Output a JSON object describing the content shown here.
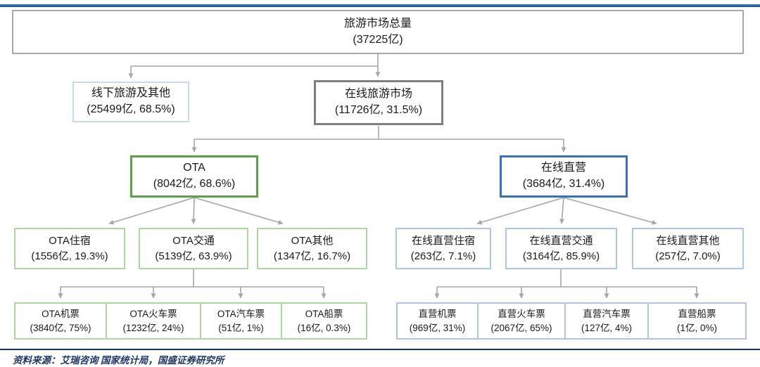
{
  "source_note": "资料来源：艾瑞咨询 国家统计局，国盛证券研究所",
  "colors": {
    "top_rule_blue": "#2e74b5",
    "footer_rule_navy": "#17365d",
    "connector_gray": "#a6a6a6",
    "root_border_gray": "#a8a8a8",
    "online_border_dark_gray": "#7f7f7f",
    "offline_border_pale_blue": "#c7d9ee",
    "ota_border_green": "#5ca14a",
    "direct_border_blue": "#3a6ebf",
    "ota_child_border_light_green": "#aed6a0",
    "direct_child_border_light_blue": "#aec6e4",
    "source_text_navy": "#1f3864"
  },
  "nodes": {
    "root": {
      "title": "旅游市场总量",
      "value": "(37225亿)"
    },
    "offline": {
      "title": "线下旅游及其他",
      "value": "(25499亿, 68.5%)"
    },
    "online": {
      "title": "在线旅游市场",
      "value": "(11726亿, 31.5%)"
    },
    "ota": {
      "title": "OTA",
      "value": "(8042亿, 68.6%)"
    },
    "direct": {
      "title": "在线直营",
      "value": "(3684亿, 31.4%)"
    },
    "ota_hotel": {
      "title": "OTA住宿",
      "value": "(1556亿, 19.3%)"
    },
    "ota_transport": {
      "title": "OTA交通",
      "value": "(5139亿, 63.9%)"
    },
    "ota_other": {
      "title": "OTA其他",
      "value": "(1347亿, 16.7%)"
    },
    "direct_hotel": {
      "title": "在线直营住宿",
      "value": "(263亿, 7.1%)"
    },
    "direct_transport": {
      "title": "在线直营交通",
      "value": "(3164亿, 85.9%)"
    },
    "direct_other": {
      "title": "在线直营其他",
      "value": "(257亿, 7.0%)"
    },
    "ota_air": {
      "title": "OTA机票",
      "value": "(3840亿, 75%)"
    },
    "ota_train": {
      "title": "OTA火车票",
      "value": "(1232亿, 24%)"
    },
    "ota_bus": {
      "title": "OTA汽车票",
      "value": "(51亿, 1%)"
    },
    "ota_ship": {
      "title": "OTA船票",
      "value": "(16亿, 0.3%)"
    },
    "direct_air": {
      "title": "直营机票",
      "value": "(969亿, 31%)"
    },
    "direct_train": {
      "title": "直营火车票",
      "value": "(2067亿, 65%)"
    },
    "direct_bus": {
      "title": "直营汽车票",
      "value": "(127亿, 4%)"
    },
    "direct_ship": {
      "title": "直营船票",
      "value": "(1亿, 0%)"
    }
  }
}
